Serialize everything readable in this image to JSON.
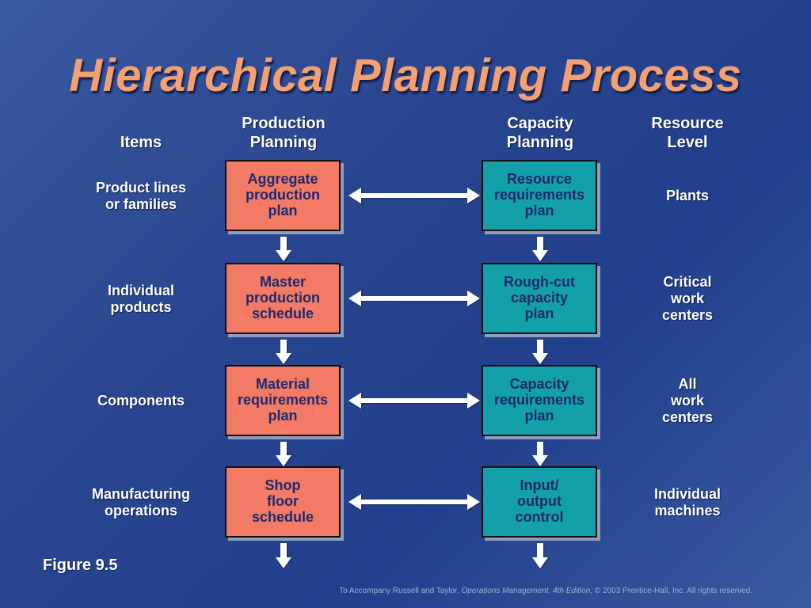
{
  "title": "Hierarchical Planning Process",
  "headers": {
    "items": "Items",
    "production_l1": "Production",
    "production_l2": "Planning",
    "capacity_l1": "Capacity",
    "capacity_l2": "Planning",
    "resource_l1": "Resource",
    "resource_l2": "Level"
  },
  "rows": [
    {
      "item": [
        "Product lines",
        "or families"
      ],
      "production": [
        "Aggregate",
        "production",
        "plan"
      ],
      "capacity": [
        "Resource",
        "requirements",
        "plan"
      ],
      "resource": [
        "Plants"
      ]
    },
    {
      "item": [
        "Individual",
        "products"
      ],
      "production": [
        "Master",
        "production",
        "schedule"
      ],
      "capacity": [
        "Rough-cut",
        "capacity",
        "plan"
      ],
      "resource": [
        "Critical",
        "work",
        "centers"
      ]
    },
    {
      "item": [
        "Components"
      ],
      "production": [
        "Material",
        "requirements",
        "plan"
      ],
      "capacity": [
        "Capacity",
        "requirements",
        "plan"
      ],
      "resource": [
        "All",
        "work",
        "centers"
      ]
    },
    {
      "item": [
        "Manufacturing",
        "operations"
      ],
      "production": [
        "Shop",
        "floor",
        "schedule"
      ],
      "capacity": [
        "Input/",
        "output",
        "control"
      ],
      "resource": [
        "Individual",
        "machines"
      ]
    }
  ],
  "figure_label": "Figure 9.5",
  "footer": {
    "prefix": "To Accompany Russell and Taylor, ",
    "book": "Operations Management, 4th Edition,",
    "suffix": " © 2003 Prentice-Hall, Inc. All rights reserved."
  },
  "colors": {
    "production_box": "#f37a64",
    "capacity_box": "#14a0a8",
    "title": "#f4a070"
  }
}
